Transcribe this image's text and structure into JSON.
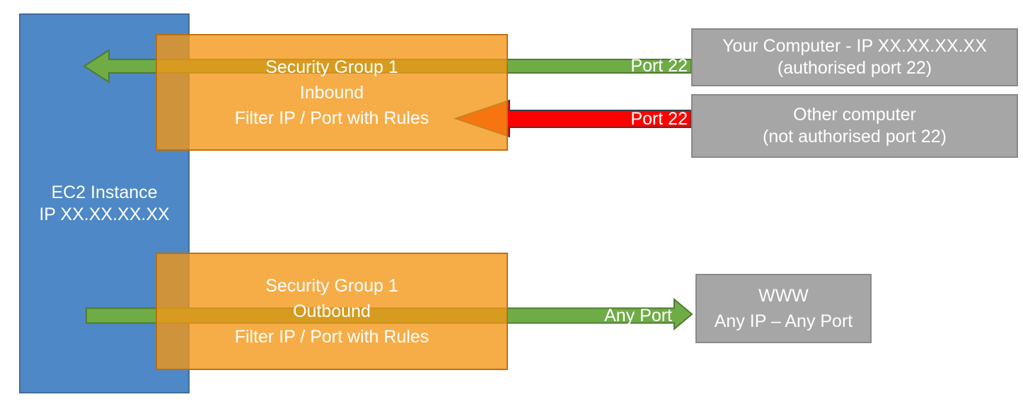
{
  "colors": {
    "ec2_blue": "#4E88C6",
    "ec2_blue_border": "#3E6D9C",
    "security_group_orange": "#F5AC45",
    "security_group_orange_border": "#C17718",
    "allowed_green": "#6FAC46",
    "allowed_green_border": "#4F7B33",
    "blocked_red": "#FE0000",
    "blocked_red_border": "#3A4049",
    "endpoint_gray": "#A6A6A6",
    "endpoint_gray_border": "#898989",
    "text_white": "#FFFFFF"
  },
  "ec2": {
    "line1": "EC2 Instance",
    "line2": "IP XX.XX.XX.XX"
  },
  "sg_inbound": {
    "line1": "Security Group 1",
    "line2": "Inbound",
    "line3": "Filter IP / Port with Rules"
  },
  "sg_outbound": {
    "line1": "Security Group 1",
    "line2": "Outbound",
    "line3": "Filter IP / Port with Rules"
  },
  "your_computer": {
    "line1": "Your Computer - IP XX.XX.XX.XX",
    "line2": "(authorised port 22)"
  },
  "other_computer": {
    "line1": "Other computer",
    "line2": "(not authorised port 22)"
  },
  "www": {
    "line1": "WWW",
    "line2": "Any IP – Any Port"
  },
  "arrow_labels": {
    "inbound_allowed": "Port 22",
    "inbound_blocked": "Port 22",
    "outbound": "Any Port"
  }
}
